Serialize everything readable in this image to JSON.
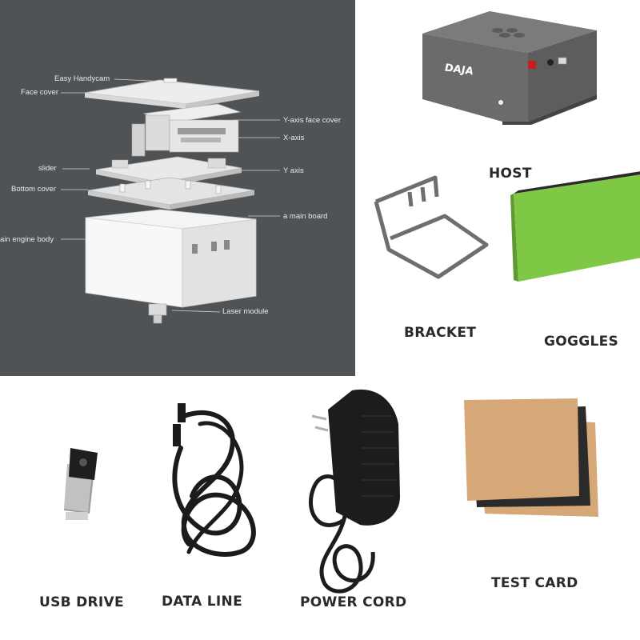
{
  "diagram": {
    "callouts": {
      "easy_handycam": "Easy Handycam",
      "face_cover": "Face cover",
      "y_axis_face_cover": "Y-axis face cover",
      "x_axis": "X-axis",
      "slider": "slider",
      "y_axis": "Y axis",
      "bottom_cover": "Bottom cover",
      "main_board": "a main board",
      "main_engine_body": "ain engine body",
      "laser_module": "Laser module"
    }
  },
  "host": {
    "label": "HOST",
    "brand": "DAJA"
  },
  "accessories": {
    "bracket": "BRACKET",
    "goggles": "GOGGLES",
    "usb_drive": "USB DRIVE",
    "data_line": "DATA LINE",
    "power_cord": "POWER CORD",
    "test_card": "TEST CARD"
  },
  "colors": {
    "panel_bg": "#505355",
    "host_gray": "#6e6f71",
    "goggles_green": "#7fc846",
    "cardboard": "#d7a877"
  }
}
